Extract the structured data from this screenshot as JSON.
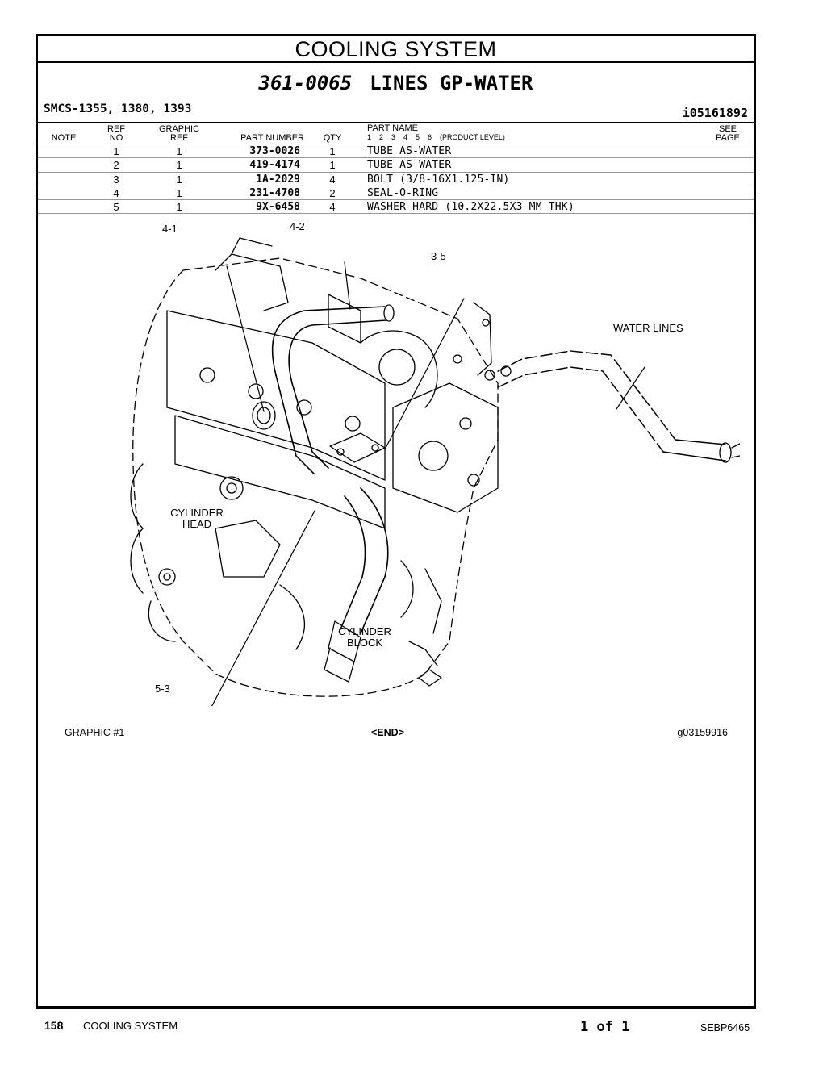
{
  "section_title": "COOLING SYSTEM",
  "group": {
    "number": "361-0065",
    "name": "LINES GP-WATER"
  },
  "smcs": "SMCS-1355, 1380, 1393",
  "identifier": "i05161892",
  "table_headers": {
    "note": "NOTE",
    "ref_no": [
      "REF",
      "NO"
    ],
    "graphic_ref": [
      "GRAPHIC",
      "REF"
    ],
    "part_number": "PART NUMBER",
    "qty": "QTY",
    "part_name": "PART NAME",
    "product_levels": "1    2    3    4    5    6    (PRODUCT LEVEL)",
    "see_page": [
      "SEE",
      "PAGE"
    ]
  },
  "parts": [
    {
      "ref": "1",
      "graphic_ref": "1",
      "part_number": "373-0026",
      "qty": "1",
      "name": "TUBE AS-WATER"
    },
    {
      "ref": "2",
      "graphic_ref": "1",
      "part_number": "419-4174",
      "qty": "1",
      "name": "TUBE AS-WATER"
    },
    {
      "ref": "3",
      "graphic_ref": "1",
      "part_number": "1A-2029",
      "qty": "4",
      "name": "BOLT (3/8-16X1.125-IN)"
    },
    {
      "ref": "4",
      "graphic_ref": "1",
      "part_number": "231-4708",
      "qty": "2",
      "name": "SEAL-O-RING"
    },
    {
      "ref": "5",
      "graphic_ref": "1",
      "part_number": "9X-6458",
      "qty": "4",
      "name": "WASHER-HARD (10.2X22.5X3-MM THK)"
    }
  ],
  "callouts": {
    "c41": "4-1",
    "c42": "4-2",
    "c35": "3-5",
    "c53": "5-3",
    "water_lines": "WATER LINES",
    "cylinder_head": [
      "CYLINDER",
      "HEAD"
    ],
    "cylinder_block": [
      "CYLINDER",
      "BLOCK"
    ]
  },
  "graphic_label": "GRAPHIC #1",
  "end_label": "<END>",
  "graphic_id": "g03159916",
  "page": {
    "number": "158",
    "section": "COOLING SYSTEM",
    "of": "1 of 1",
    "doc": "SEBP6465"
  }
}
